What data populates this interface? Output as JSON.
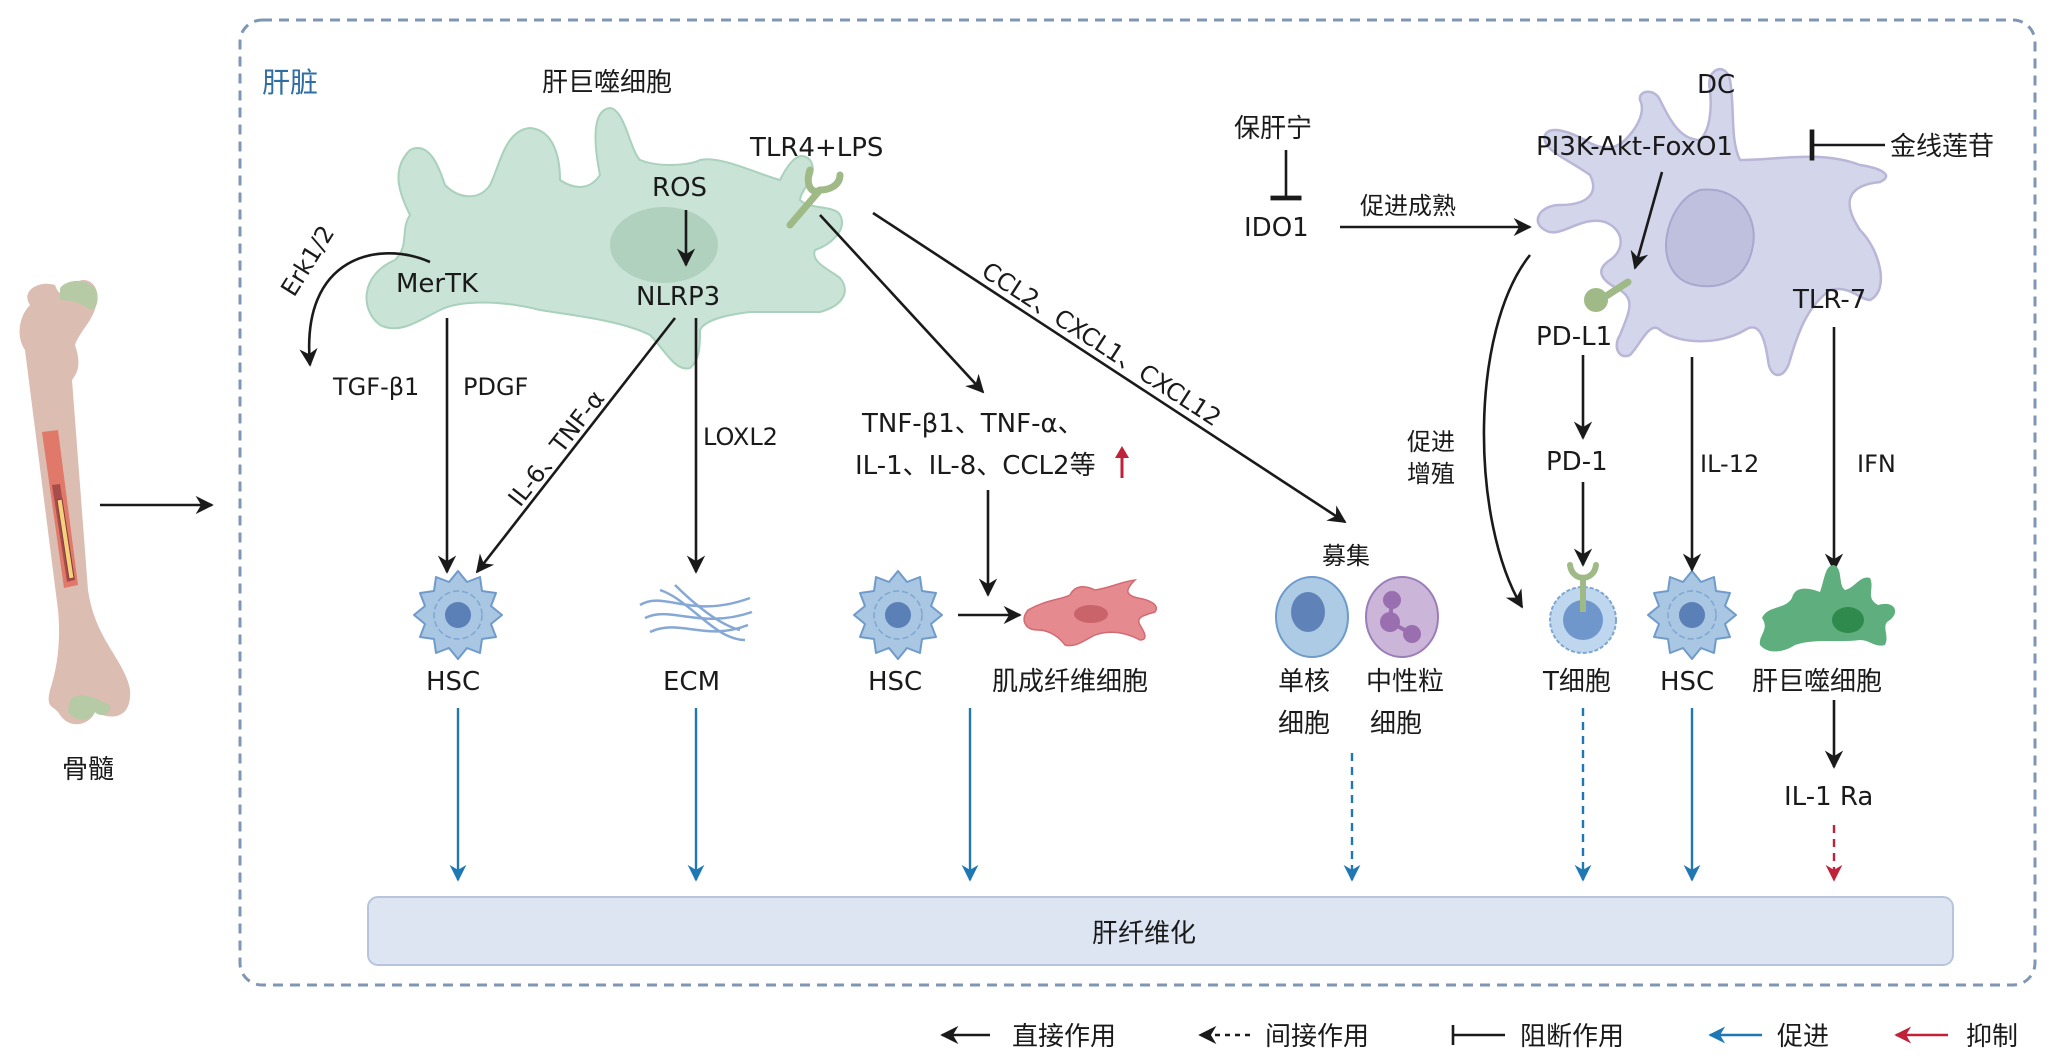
{
  "colors": {
    "frame": "#7f96b5",
    "organ_label": "#2f6ea5",
    "promote": "#1f77b4",
    "inhibit": "#c0223a",
    "arrow": "#1a1a1a",
    "kupffer_cell": "#c9e3d6",
    "dc_cell": "#d3d5ea",
    "hsc_cell": "#a9c6e3",
    "fibroblast": "#e58a8e",
    "monocyte": "#aecbe6",
    "neutrophil": "#cbb6d9",
    "macrophage_small": "#5fae7e",
    "fibrosis_bar": "#dde5f2",
    "bone": "#dcbdb2"
  },
  "bone_marrow": {
    "label": "骨髓"
  },
  "liver": {
    "label": "肝脏"
  },
  "kupffer": {
    "title": "肝巨噬细胞",
    "ros": "ROS",
    "nlrp3": "NLRP3",
    "mertk": "MerTK",
    "tlr4": "TLR4+LPS",
    "erk": "Erk1/2",
    "tgf": "TGF-β1",
    "pdgf": "PDGF",
    "il6": "IL-6、TNF-α",
    "loxl2": "LOXL2",
    "cytokines_line1": "TNF-β1、TNF-α、",
    "cytokines_line2": "IL-1、IL-8、CCL2等",
    "chemokines": "CCL2、CXCL1、CXCL12",
    "recruit": "募集"
  },
  "targets": {
    "hsc1": "HSC",
    "ecm": "ECM",
    "hsc2": "HSC",
    "fibroblast": "肌成纤维细胞",
    "monocyte_1": "单核",
    "monocyte_2": "细胞",
    "neutrophil_1": "中性粒",
    "neutrophil_2": "细胞",
    "tcell": "T细胞",
    "hsc3": "HSC",
    "macrophage": "肝巨噬细胞",
    "il1ra": "IL-1 Ra"
  },
  "dc": {
    "title": "DC",
    "pi3k": "PI3K-Akt-FoxO1",
    "drug_right": "金线莲苷",
    "drug_top": "保肝宁",
    "ido1": "IDO1",
    "mature": "促进成熟",
    "prolif_1": "促进",
    "prolif_2": "增殖",
    "pdl1": "PD-L1",
    "pd1": "PD-1",
    "il12": "IL-12",
    "tlr7": "TLR-7",
    "ifn": "IFN"
  },
  "fibrosis": {
    "label": "肝纤维化"
  },
  "legend": [
    {
      "label": "直接作用"
    },
    {
      "label": "间接作用"
    },
    {
      "label": "阻断作用"
    },
    {
      "label": "促进"
    },
    {
      "label": "抑制"
    }
  ]
}
